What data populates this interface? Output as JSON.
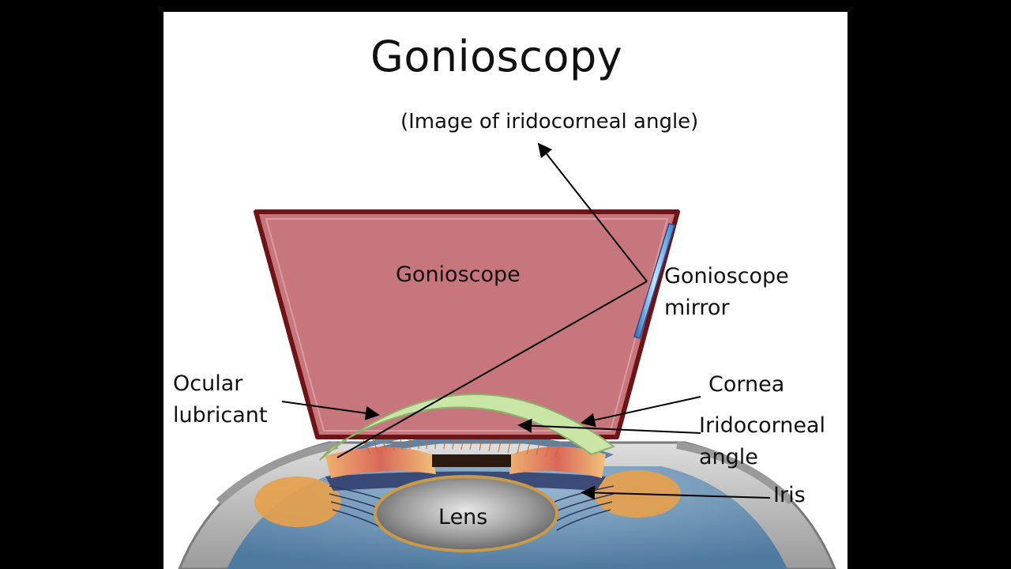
{
  "slide": {
    "title": "Gonioscopy",
    "subtitle": "(Image of iridocorneal angle)"
  },
  "labels": {
    "gonioscope": "Gonioscope",
    "gonioscope_mirror": [
      "Gonioscope",
      "mirror"
    ],
    "ocular_lubricant": [
      "Ocular",
      "lubricant"
    ],
    "cornea": "Cornea",
    "iridocorneal_angle": [
      "Iridocorneal",
      "angle"
    ],
    "iris": "Iris",
    "lens": "Lens"
  },
  "colors": {
    "background": "#000000",
    "slide": "#ffffff",
    "gonioscope_fill": "#c7767e",
    "gonioscope_border": "#6e1414",
    "mirror": "#4f86c9",
    "lubricant": "#c9e6a6",
    "aqueous": "#6f94b5",
    "iris": "#e08b6a",
    "lens": "#8f8f8f",
    "sclera": "#bdbdbd"
  }
}
